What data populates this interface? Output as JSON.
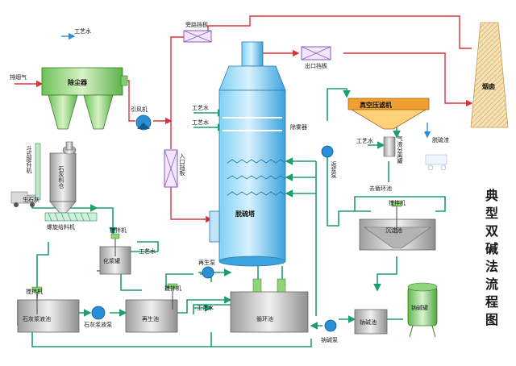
{
  "title": "典型双碱法流程图",
  "title_chars": [
    "典",
    "型",
    "双",
    "碱",
    "法",
    "流",
    "程",
    "图"
  ],
  "labels": {
    "process_water_top": "工艺水",
    "flue_gas": "排烟气",
    "dust_collector": "除尘器",
    "bypass_damper": "旁路挡板",
    "outlet_damper": "出口挡板",
    "chimney": "烟囱",
    "induced_fan": "引风机",
    "inlet_damper": "入口挡板",
    "process_water_1": "工艺水",
    "process_water_2": "工艺水",
    "demister": "除雾器",
    "vacuum_filter": "真空压滤机",
    "gas_separator": "气液分离罐",
    "process_water_3": "工艺水",
    "slag_out": "脱硫渣",
    "to_recycle_pool": "去循环池",
    "slurry_pump": "返浆泵",
    "limestone_feeder": "斗式提升机",
    "lime_silo": "石灰料仓",
    "quicklime": "生石灰",
    "screw_feeder": "螺旋给料机",
    "desulfur_tower": "脱硫塔",
    "agitator_1": "搅拌机",
    "lime_tank": "化浆罐",
    "process_water_4": "工艺水",
    "agitator_2": "搅拌机",
    "sediment_pool": "沉淀池",
    "agitator_3": "搅拌机",
    "lime_slurry_pool": "石灰浆液池",
    "lime_slurry_pump": "石灰浆液泵",
    "agitator_4": "搅拌机",
    "regen_pump": "再生泵",
    "regen_pool": "再生池",
    "process_water_5": "工艺水",
    "recycle_pool": "循环池",
    "soda_pool": "钠碱池",
    "soda_tank": "钠碱罐",
    "soda_pump": "钠碱泵"
  },
  "colors": {
    "pipe_green": "#1e9e6e",
    "pipe_red": "#e0303a",
    "pipe_blue": "#2a8fd8",
    "tower_blue": "#4fb6e8",
    "dust_green": "#8fd37a",
    "filter_orange": "#f0a030",
    "tank_gray": "#c9c9c9",
    "chimney_tan": "#f2d9a6",
    "damper_purple": "#8a5ab8"
  }
}
